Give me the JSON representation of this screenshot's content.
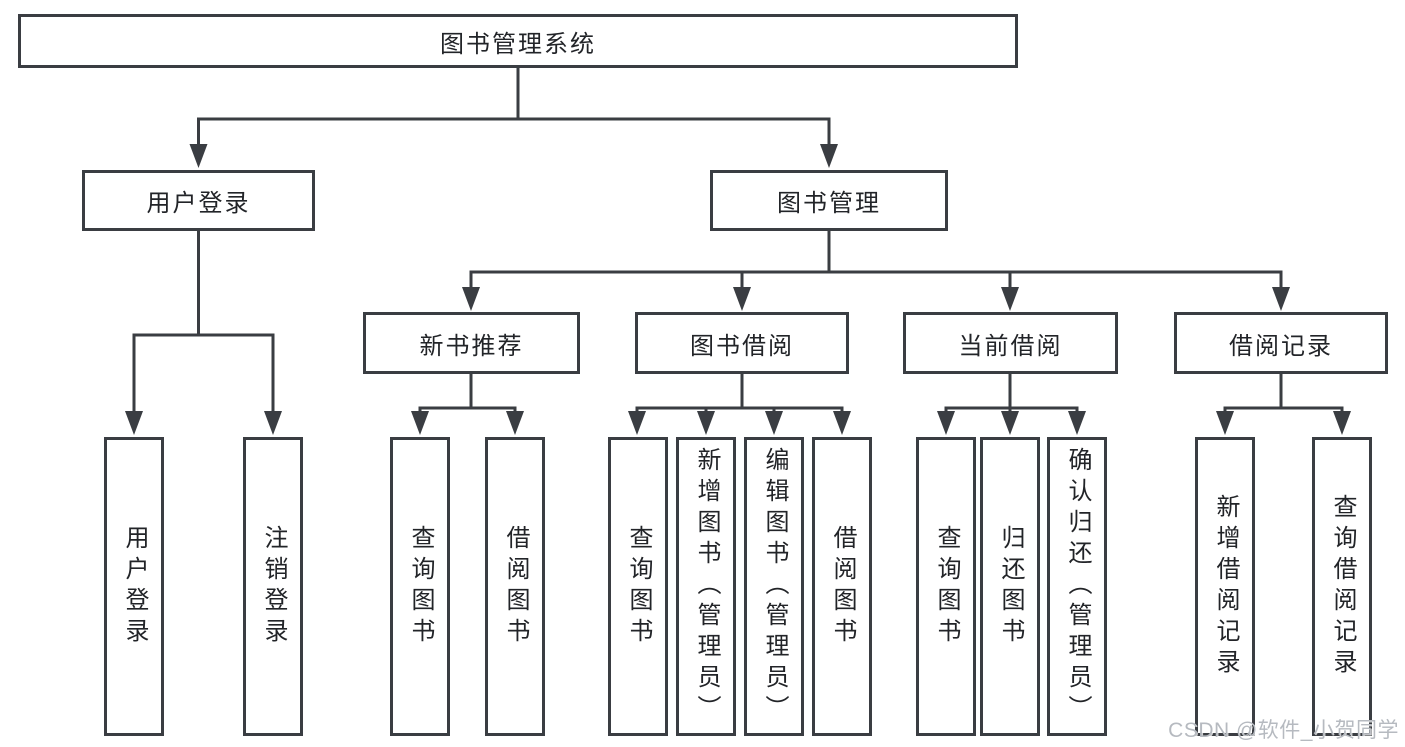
{
  "tree": {
    "root": {
      "label": "图书管理系统"
    },
    "children": [
      {
        "label": "用户登录",
        "children": [
          {
            "label": "用户登录"
          },
          {
            "label": "注销登录"
          }
        ]
      },
      {
        "label": "图书管理",
        "children": [
          {
            "label": "新书推荐",
            "children": [
              {
                "label": "查询图书"
              },
              {
                "label": "借阅图书"
              }
            ]
          },
          {
            "label": "图书借阅",
            "children": [
              {
                "label": "查询图书"
              },
              {
                "label": "新增图书（管理员）"
              },
              {
                "label": "编辑图书（管理员）"
              },
              {
                "label": "借阅图书"
              }
            ]
          },
          {
            "label": "当前借阅",
            "children": [
              {
                "label": "查询图书"
              },
              {
                "label": "归还图书"
              },
              {
                "label": "确认归还（管理员）"
              }
            ]
          },
          {
            "label": "借阅记录",
            "children": [
              {
                "label": "新增借阅记录"
              },
              {
                "label": "查询借阅记录"
              }
            ]
          }
        ]
      }
    ]
  },
  "watermark": {
    "text": "CSDN @软件_小贺同学"
  },
  "colors": {
    "line": "#3a3d42",
    "text": "#222428",
    "background": "#ffffff",
    "watermark": "#b6bac0"
  }
}
